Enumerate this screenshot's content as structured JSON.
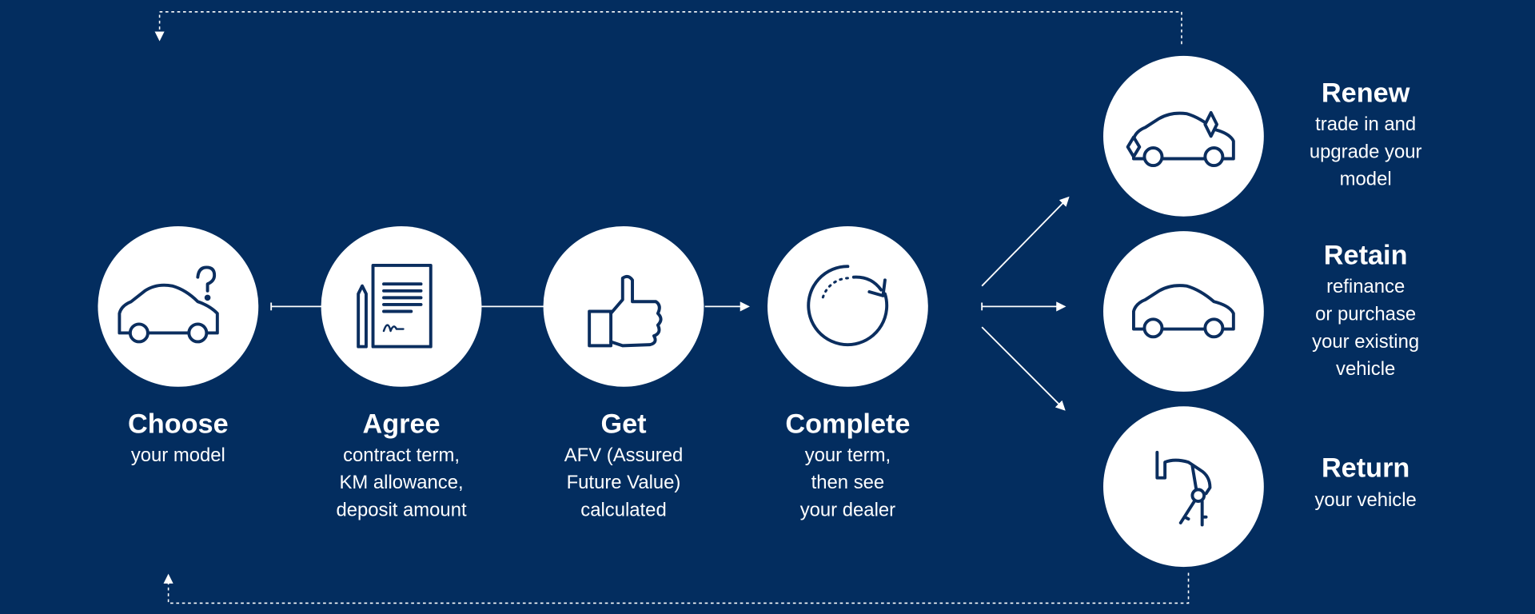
{
  "colors": {
    "background": "#032d5f",
    "circle": "#ffffff",
    "icon": "#0b2e5f"
  },
  "steps": [
    {
      "title": "Choose",
      "lines": [
        "your model"
      ],
      "icon": "car-question-icon"
    },
    {
      "title": "Agree",
      "lines": [
        "contract term,",
        "KM allowance,",
        "deposit amount"
      ],
      "icon": "contract-pen-icon"
    },
    {
      "title": "Get",
      "lines": [
        "AFV (Assured",
        "Future Value)",
        "calculated"
      ],
      "icon": "thumbs-up-icon"
    },
    {
      "title": "Complete",
      "lines": [
        "your term,",
        "then see",
        "your dealer"
      ],
      "icon": "cycle-arrow-icon"
    }
  ],
  "options": [
    {
      "title": "Renew",
      "lines": [
        "trade in and",
        "upgrade your",
        "model"
      ],
      "icon": "car-sparkle-icon"
    },
    {
      "title": "Retain",
      "lines": [
        "refinance",
        "or purchase",
        "your existing",
        "vehicle"
      ],
      "icon": "car-icon"
    },
    {
      "title": "Return",
      "lines": [
        "your vehicle"
      ],
      "icon": "hand-keys-icon"
    }
  ]
}
